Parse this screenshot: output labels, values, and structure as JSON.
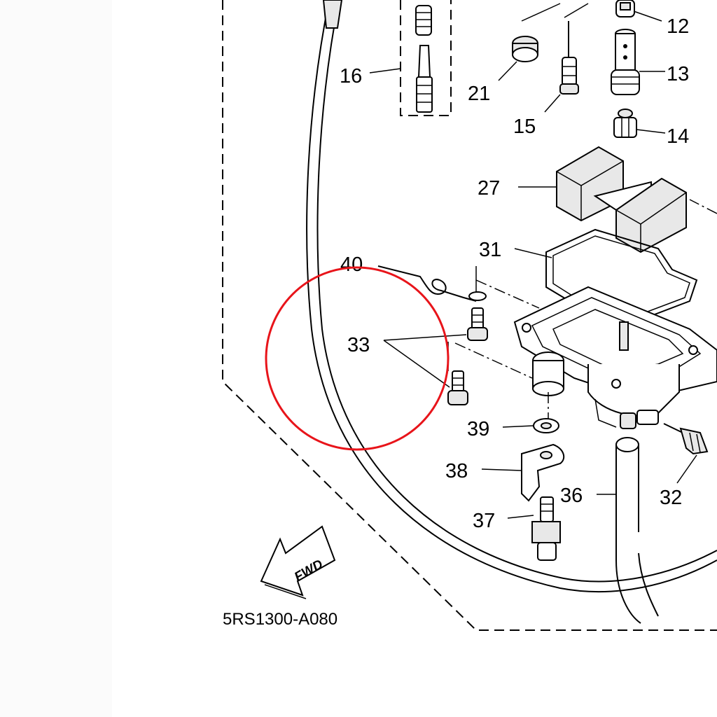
{
  "callouts": {
    "c12": "12",
    "c13": "13",
    "c14": "14",
    "c15": "15",
    "c16": "16",
    "c21": "21",
    "c27": "27",
    "c31": "31",
    "c32": "32",
    "c33": "33",
    "c36": "36",
    "c37": "37",
    "c38": "38",
    "c39": "39",
    "c40": "40"
  },
  "direction_marker": "FWD",
  "diagram_code": "5RS1300-A080",
  "highlight": {
    "color": "#e8141a"
  }
}
